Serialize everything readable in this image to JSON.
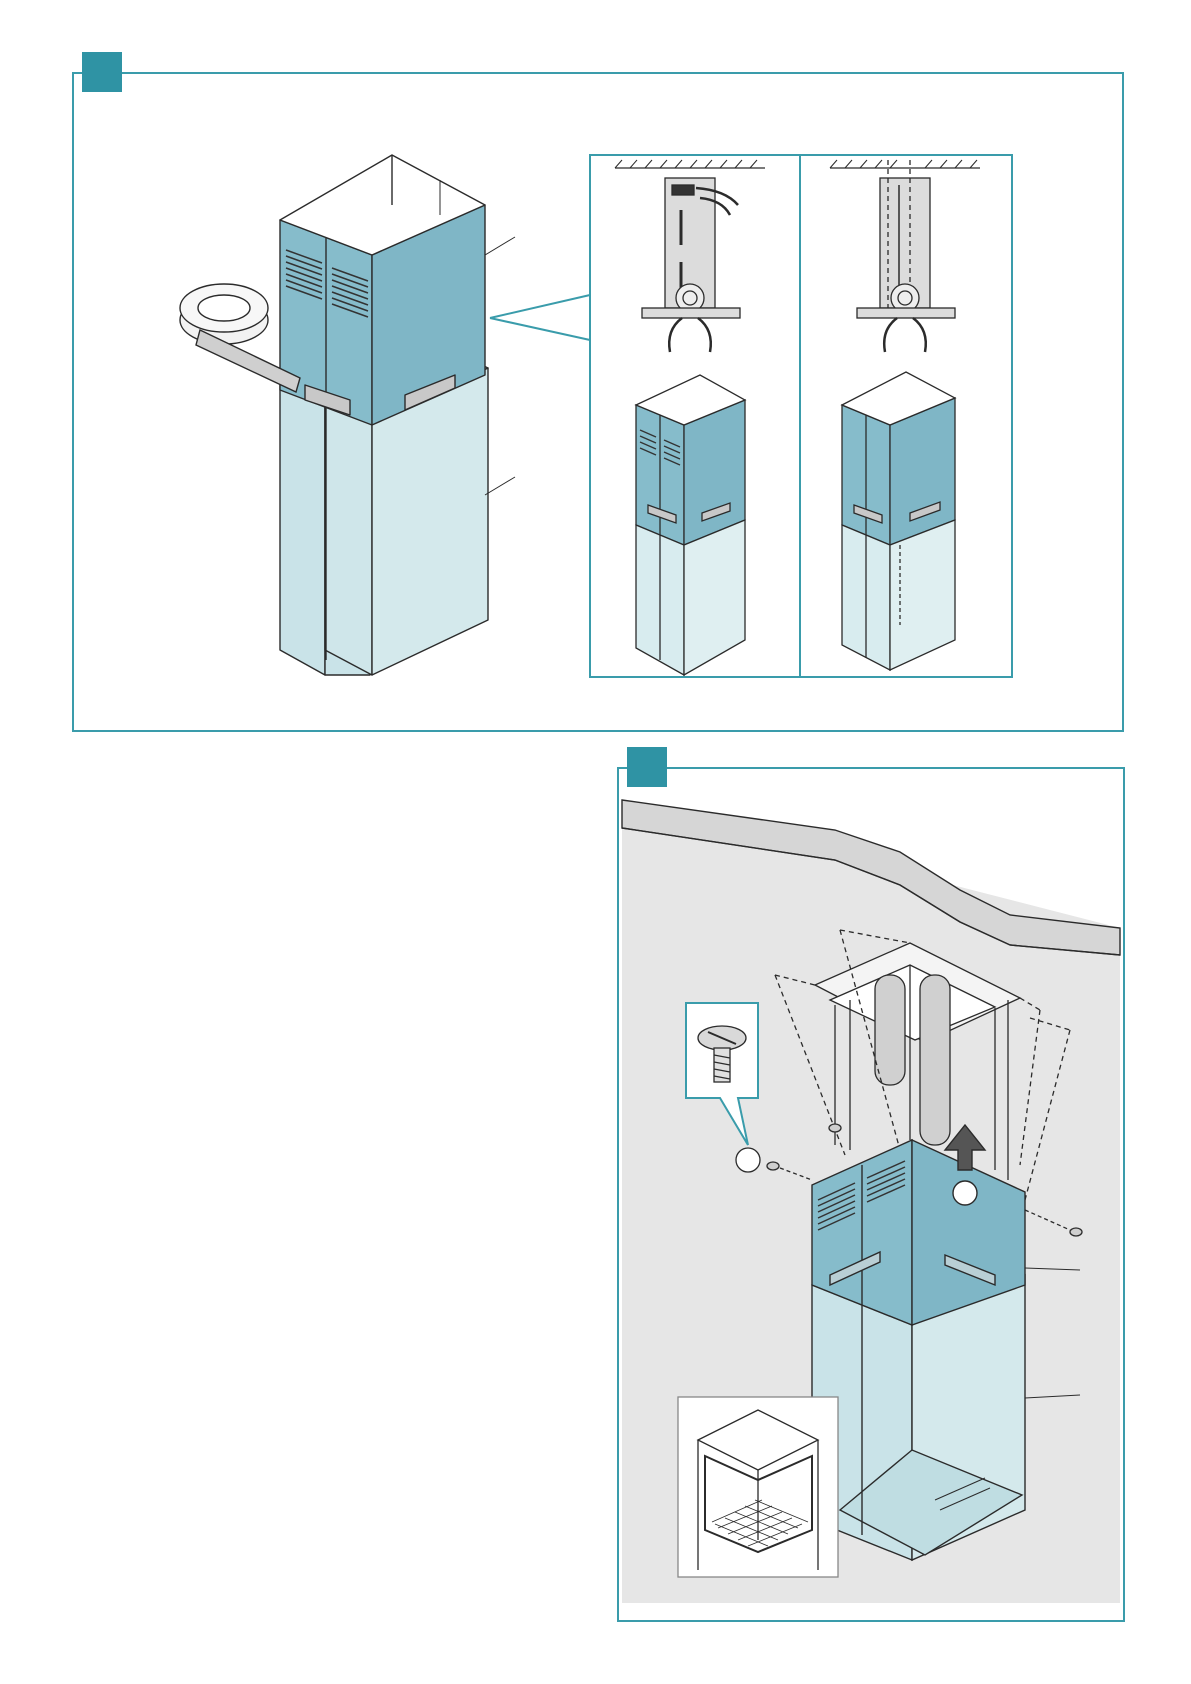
{
  "colors": {
    "accent": "#3a9cab",
    "badge": "#2f93a4",
    "chimney_upper": "#86bccb",
    "chimney_lower": "#c9e3e8",
    "chimney_lowest": "#d8ecef",
    "wall": "#e6e6e6",
    "bracket": "#bdbdbd"
  },
  "panels": [
    {
      "id": "step-1",
      "insets": [
        "recirculation-mode",
        "extraction-mode"
      ]
    },
    {
      "id": "step-2",
      "insets": [
        "screw-detail",
        "ceiling-corner-detail"
      ]
    }
  ]
}
